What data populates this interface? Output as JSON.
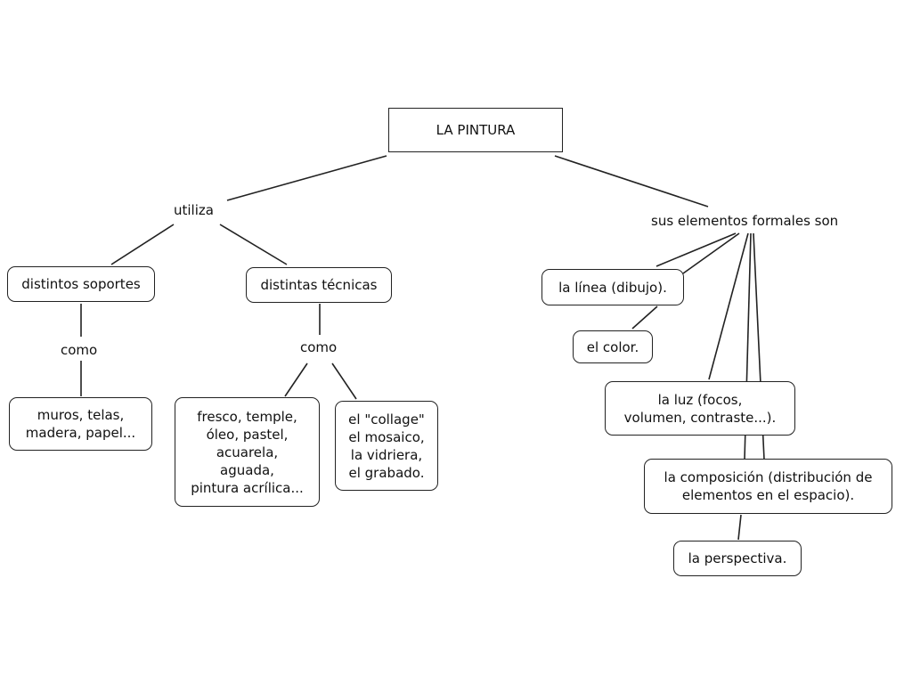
{
  "diagram": {
    "root": "LA PINTURA",
    "left_link": "utiliza",
    "right_link": "sus elementos formales son",
    "supports": "distintos soportes",
    "supports_link": "como",
    "supports_examples": "muros, telas,\nmadera, papel...",
    "techniques": "distintas técnicas",
    "techniques_link": "como",
    "techniques_examples_1": "fresco, temple,\nóleo, pastel,\nacuarela,\naguada,\npintura acrílica...",
    "techniques_examples_2": "el \"collage\"\nel mosaico,\nla vidriera,\nel grabado.",
    "element_line": "la línea (dibujo).",
    "element_color": "el color.",
    "element_light": "la luz (focos,\nvolumen, contraste...).",
    "element_composition": "la composición (distribución de\nelementos en el espacio).",
    "element_perspective": "la perspectiva."
  }
}
